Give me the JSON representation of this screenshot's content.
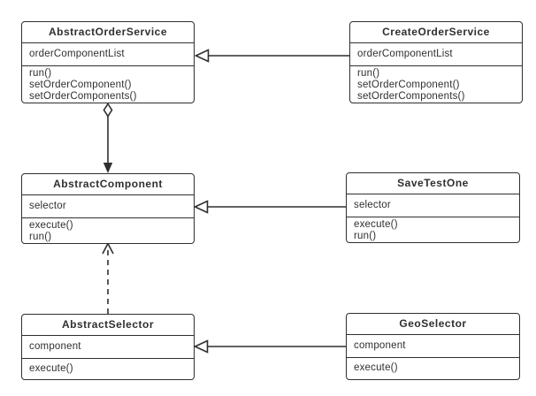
{
  "diagram": {
    "type": "uml-class-diagram",
    "colors": {
      "stroke": "#2f2f2f",
      "box_fill": "#ffffff",
      "text": "#2f2f2f",
      "background": "#ffffff"
    },
    "classes": [
      {
        "name": "AbstractOrderService",
        "attributes": [
          "orderComponentList"
        ],
        "methods": [
          "run()",
          "setOrderComponent()",
          "setOrderComponents()"
        ]
      },
      {
        "name": "CreateOrderService",
        "attributes": [
          "orderComponentList"
        ],
        "methods": [
          "run()",
          "setOrderComponent()",
          "setOrderComponents()"
        ]
      },
      {
        "name": "AbstractComponent",
        "attributes": [
          "selector"
        ],
        "methods": [
          "execute()",
          "run()"
        ]
      },
      {
        "name": "SaveTestOne",
        "attributes": [
          "selector"
        ],
        "methods": [
          "execute()",
          "run()"
        ]
      },
      {
        "name": "AbstractSelector",
        "attributes": [
          "component"
        ],
        "methods": [
          "execute()"
        ]
      },
      {
        "name": "GeoSelector",
        "attributes": [
          "component"
        ],
        "methods": [
          "execute()"
        ]
      }
    ],
    "relationships": [
      {
        "from": "CreateOrderService",
        "to": "AbstractOrderService",
        "type": "generalization",
        "line": "solid",
        "arrowhead": "hollow-triangle"
      },
      {
        "from": "AbstractOrderService",
        "to": "AbstractComponent",
        "type": "directed-aggregation",
        "line": "solid",
        "arrowhead": "filled-arrow",
        "tail": "hollow-diamond"
      },
      {
        "from": "SaveTestOne",
        "to": "AbstractComponent",
        "type": "generalization",
        "line": "solid",
        "arrowhead": "hollow-triangle"
      },
      {
        "from": "AbstractSelector",
        "to": "AbstractComponent",
        "type": "dependency",
        "line": "dashed",
        "arrowhead": "open-arrow"
      },
      {
        "from": "GeoSelector",
        "to": "AbstractSelector",
        "type": "generalization",
        "line": "solid",
        "arrowhead": "hollow-triangle"
      }
    ]
  }
}
